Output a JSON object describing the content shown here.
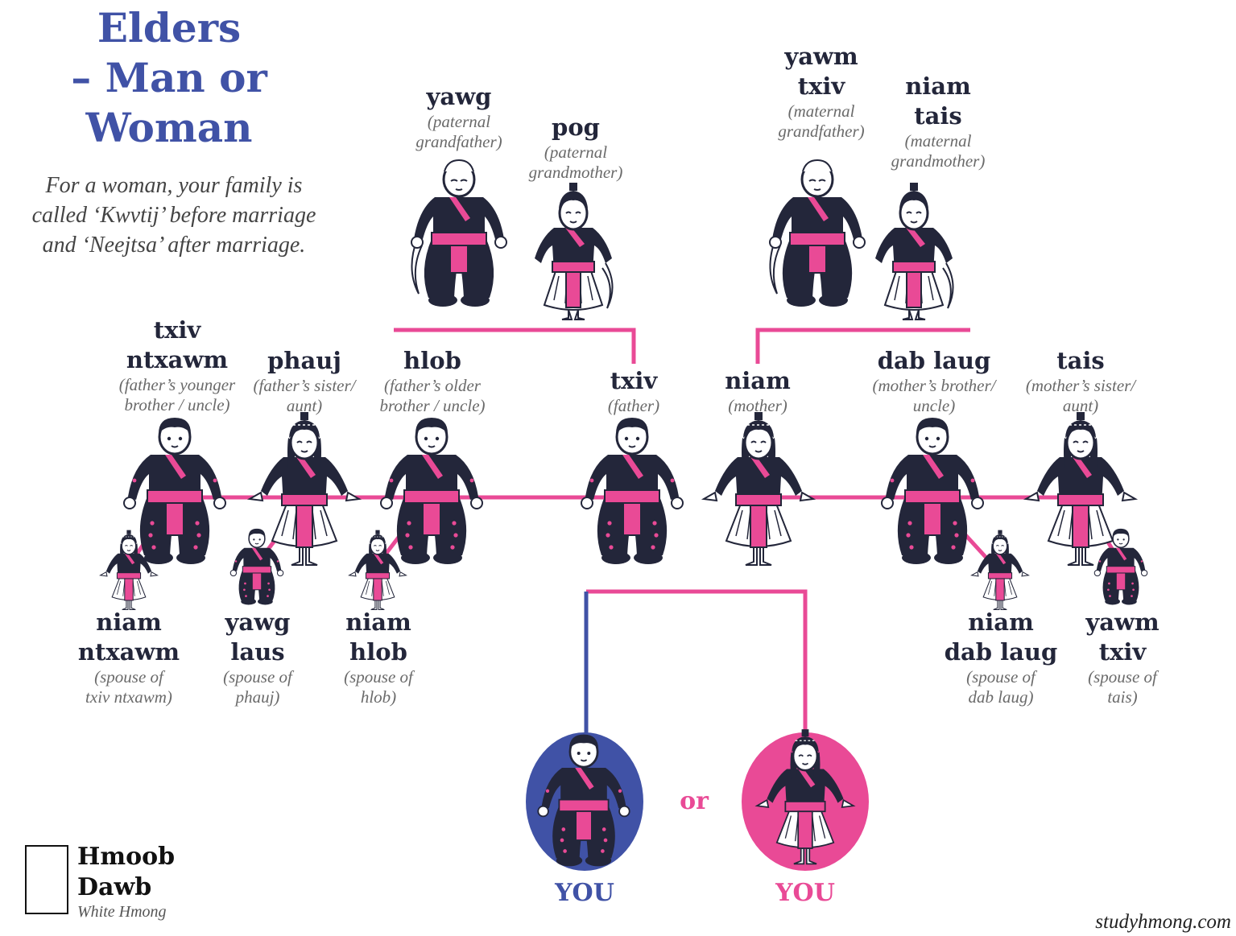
{
  "title": [
    "Elders",
    "– Man or",
    "Woman"
  ],
  "intro": "For a woman, your family is called ‘Kwvtij’ before marriage and ‘Neejtsa’ after marriage.",
  "colors": {
    "navy": "#23263a",
    "blue": "#4052a6",
    "pink": "#e94a96"
  },
  "people": {
    "yawg": {
      "term": [
        "yawg"
      ],
      "gloss": [
        "(paternal",
        "grandfather)"
      ]
    },
    "pog": {
      "term": [
        "pog"
      ],
      "gloss": [
        "(paternal",
        "grandmother)"
      ]
    },
    "yawm_txiv": {
      "term": [
        "yawm",
        "txiv"
      ],
      "gloss": [
        "(maternal",
        "grandfather)"
      ]
    },
    "niam_tais": {
      "term": [
        "niam",
        "tais"
      ],
      "gloss": [
        "(maternal",
        "grandmother)"
      ]
    },
    "txiv_ntxawm": {
      "term": [
        "txiv",
        "ntxawm"
      ],
      "gloss": [
        "(father’s younger",
        "brother / uncle)"
      ]
    },
    "phauj": {
      "term": [
        "phauj"
      ],
      "gloss": [
        "(father’s sister/",
        "aunt)"
      ]
    },
    "hlob": {
      "term": [
        "hlob"
      ],
      "gloss": [
        "(father’s older",
        "brother / uncle)"
      ]
    },
    "txiv": {
      "term": [
        "txiv"
      ],
      "gloss": [
        "(father)"
      ]
    },
    "niam": {
      "term": [
        "niam"
      ],
      "gloss": [
        "(mother)"
      ]
    },
    "dab_laug": {
      "term": [
        "dab laug"
      ],
      "gloss": [
        "(mother’s brother/",
        "uncle)"
      ]
    },
    "tais": {
      "term": [
        "tais"
      ],
      "gloss": [
        "(mother’s sister/",
        "aunt)"
      ]
    },
    "niam_ntxawm": {
      "term": [
        "niam",
        "ntxawm"
      ],
      "gloss": [
        "(spouse of",
        "txiv ntxawm)"
      ]
    },
    "yawg_laus": {
      "term": [
        "yawg",
        "laus"
      ],
      "gloss": [
        "(spouse of",
        "phauj)"
      ]
    },
    "niam_hlob": {
      "term": [
        "niam",
        "hlob"
      ],
      "gloss": [
        "(spouse of",
        "hlob)"
      ]
    },
    "niam_dab_laug": {
      "term": [
        "niam",
        "dab laug"
      ],
      "gloss": [
        "(spouse of",
        "dab laug)"
      ]
    },
    "yawm_txiv_tais": {
      "term": [
        "yawm",
        "txiv"
      ],
      "gloss": [
        "(spouse of",
        "tais)"
      ]
    }
  },
  "you_male": "YOU",
  "you_female": "YOU",
  "or": "or",
  "brand": {
    "line1": "Hmoob",
    "line2": "Dawb",
    "line3": "White Hmong"
  },
  "site": "studyhmong.com"
}
